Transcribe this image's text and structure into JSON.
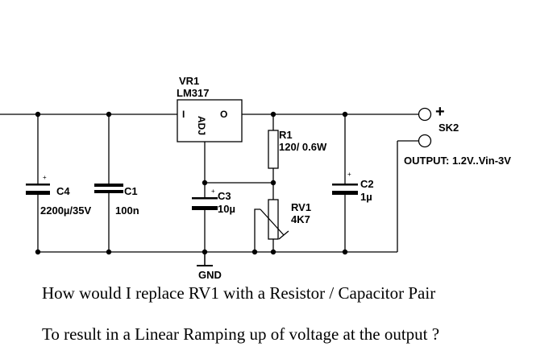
{
  "schematic": {
    "regulator": {
      "ref": "VR1",
      "part": "LM317",
      "pin_in": "I",
      "pin_out": "O",
      "pin_adj": "ADJ"
    },
    "components": {
      "c4": {
        "ref": "C4",
        "value": "2200µ/35V"
      },
      "c1": {
        "ref": "C1",
        "value": "100n"
      },
      "c3": {
        "ref": "C3",
        "value": "10µ"
      },
      "r1": {
        "ref": "R1",
        "value": "120/ 0.6W"
      },
      "rv1": {
        "ref": "RV1",
        "value": "4K7"
      },
      "c2": {
        "ref": "C2",
        "value": "1µ"
      }
    },
    "connector": {
      "ref": "SK2",
      "plus": "+",
      "note": "OUTPUT: 1.2V..Vin-3V"
    },
    "ground": {
      "label": "GND"
    },
    "polarity_mark": "+"
  },
  "question": {
    "line1": "How would I replace  RV1 with a Resistor / Capacitor Pair",
    "line2": "To result in a Linear Ramping up of voltage at the output ?"
  }
}
